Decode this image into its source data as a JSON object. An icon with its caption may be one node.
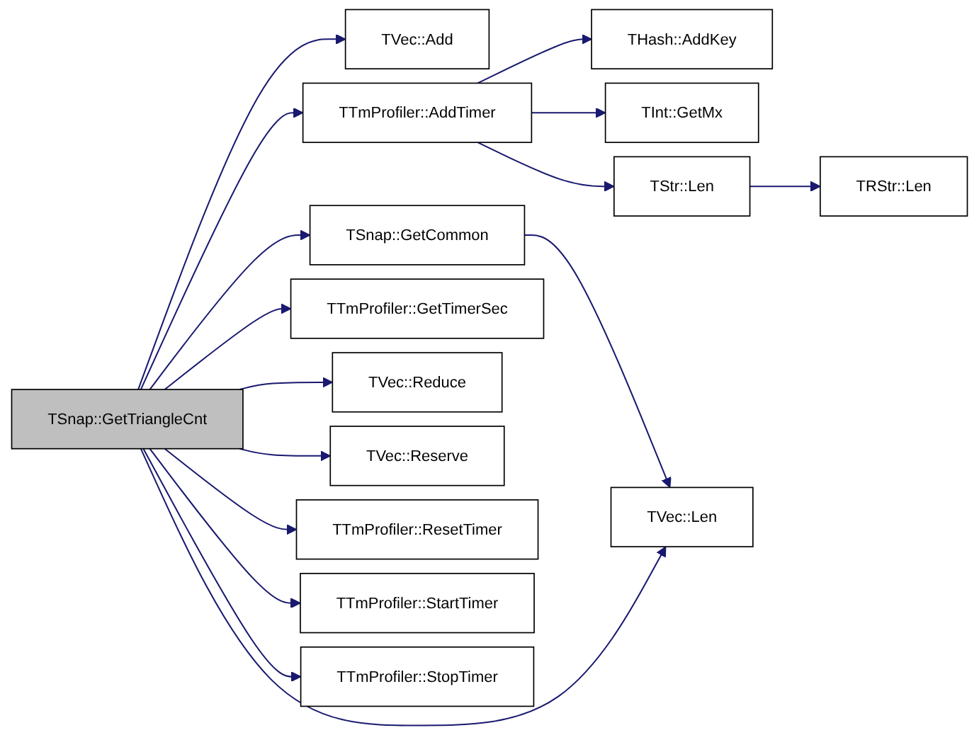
{
  "diagram": {
    "nodes": [
      {
        "text": [
          "TSnap::GetTriangleCnt"
        ]
      },
      {
        "text": [
          "TVec::Add"
        ]
      },
      {
        "text": [
          "TTmProfiler::AddTimer"
        ]
      },
      {
        "text": [
          "THash::AddKey"
        ]
      },
      {
        "text": [
          "TInt::GetMx"
        ]
      },
      {
        "text": [
          "TStr::Len"
        ]
      },
      {
        "text": [
          "TRStr::Len"
        ]
      },
      {
        "text": [
          "TSnap::GetCommon"
        ]
      },
      {
        "text": [
          "TVec::Len"
        ]
      },
      {
        "text": [
          "TTmProfiler::GetTimerSec"
        ]
      },
      {
        "text": [
          "TVec::Reduce"
        ]
      },
      {
        "text": [
          "TVec::Reserve"
        ]
      },
      {
        "text": [
          "TTmProfiler::ResetTimer"
        ]
      },
      {
        "text": [
          "TTmProfiler::StartTimer"
        ]
      },
      {
        "text": [
          "TTmProfiler::StopTimer"
        ]
      }
    ],
    "edges": [
      {
        "from": 0,
        "to": 1,
        "arrow": "to"
      },
      {
        "from": 0,
        "to": 2,
        "arrow": "to"
      },
      {
        "from": 2,
        "to": 3,
        "arrow": "to"
      },
      {
        "from": 2,
        "to": 4,
        "arrow": "to"
      },
      {
        "from": 2,
        "to": 5,
        "arrow": "to"
      },
      {
        "from": 5,
        "to": 6,
        "arrow": "to"
      },
      {
        "from": 0,
        "to": 7,
        "arrow": "to"
      },
      {
        "from": 7,
        "to": 8,
        "arrow": "to"
      },
      {
        "from": 0,
        "to": 8,
        "arrow": "to"
      },
      {
        "from": 0,
        "to": 9,
        "arrow": "to"
      },
      {
        "from": 0,
        "to": 10,
        "arrow": "to"
      },
      {
        "from": 0,
        "to": 11,
        "arrow": "to"
      },
      {
        "from": 0,
        "to": 12,
        "arrow": "to"
      },
      {
        "from": 0,
        "to": 13,
        "arrow": "to"
      },
      {
        "from": 0,
        "to": 14,
        "arrow": "to"
      }
    ]
  }
}
